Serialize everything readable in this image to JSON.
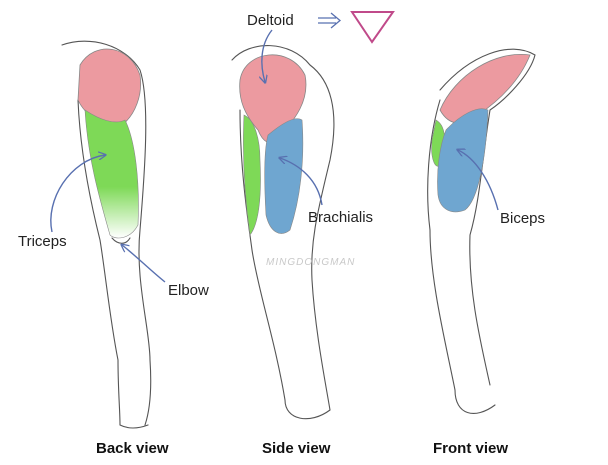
{
  "labels": {
    "deltoid": "Deltoid",
    "brachialis": "Brachialis",
    "triceps": "Triceps",
    "elbow": "Elbow",
    "biceps": "Biceps"
  },
  "captions": {
    "back": "Back view",
    "side": "Side view",
    "front": "Front view"
  },
  "watermark": "MINGDONGMAN",
  "colors": {
    "deltoid": "#ec9aa0",
    "triceps": "#7ed957",
    "biceps": "#6fa6d0",
    "arrow": "#5870b0",
    "triangle": "#c04a8a"
  }
}
